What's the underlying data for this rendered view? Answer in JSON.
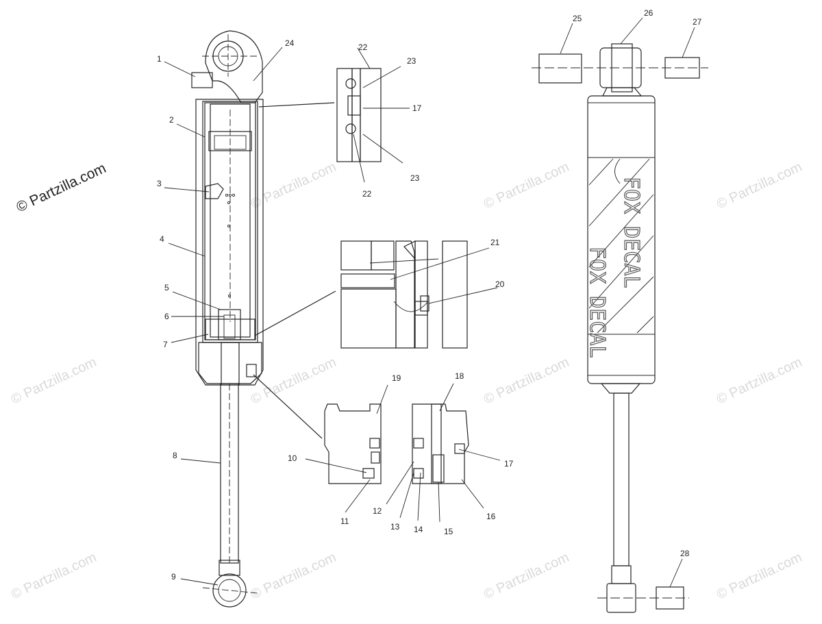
{
  "watermark": {
    "text": "© Partzilla.com",
    "main_text": "© Partzilla.com"
  },
  "decal": {
    "upper": "FOX DECAL",
    "lower": "FOX DECAL"
  },
  "callouts": {
    "c1": "1",
    "c2": "2",
    "c3": "3",
    "c4": "4",
    "c5": "5",
    "c6": "6",
    "c7": "7",
    "c8": "8",
    "c9": "9",
    "c10": "10",
    "c11": "11",
    "c12": "12",
    "c13": "13",
    "c14": "14",
    "c15": "15",
    "c16": "16",
    "c17a": "17",
    "c17b": "17",
    "c18": "18",
    "c19": "19",
    "c20": "20",
    "c21": "21",
    "c22a": "22",
    "c22b": "22",
    "c23a": "23",
    "c23b": "23",
    "c24": "24",
    "c25": "25",
    "c26": "26",
    "c27": "27",
    "c28": "28"
  },
  "colors": {
    "line": "#222222",
    "watermark": "#d9d9d9",
    "background": "#ffffff"
  }
}
